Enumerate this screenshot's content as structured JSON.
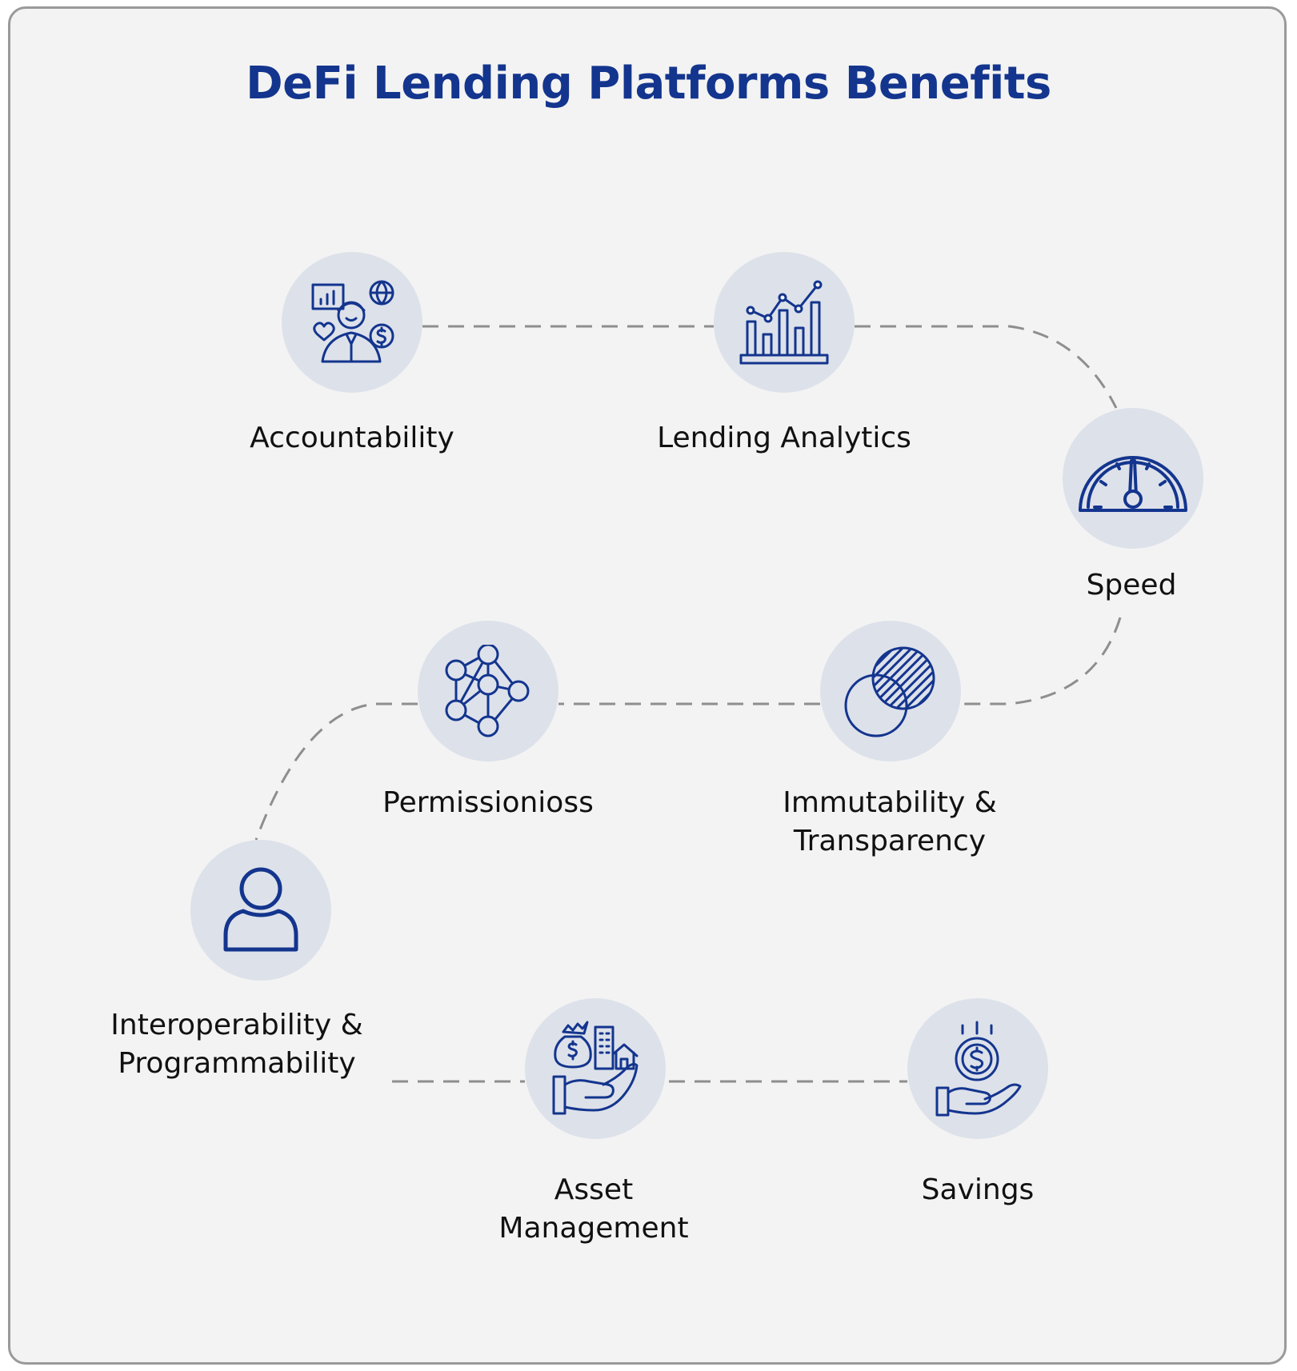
{
  "title": "DeFi Lending Platforms Benefits",
  "colors": {
    "accent": "#13358e",
    "circle": "#dde1ea",
    "path": "#8e8e8e",
    "background": "#f3f3f3"
  },
  "benefits": [
    {
      "label": "Accountability",
      "icon": "professional-person-icon"
    },
    {
      "label": "Lending Analytics",
      "icon": "bar-chart-icon"
    },
    {
      "label": "Speed",
      "icon": "speedometer-icon"
    },
    {
      "label_lines": [
        "Immutability &",
        "Transparency"
      ],
      "icon": "overlapping-circles-icon"
    },
    {
      "label": "Permissionioss",
      "icon": "network-nodes-icon"
    },
    {
      "label_lines": [
        "Interoperability &",
        "Programmability"
      ],
      "icon": "user-icon"
    },
    {
      "label_lines": [
        "Asset",
        "Management"
      ],
      "icon": "hand-assets-icon"
    },
    {
      "label": "Savings",
      "icon": "hand-coin-icon"
    }
  ]
}
